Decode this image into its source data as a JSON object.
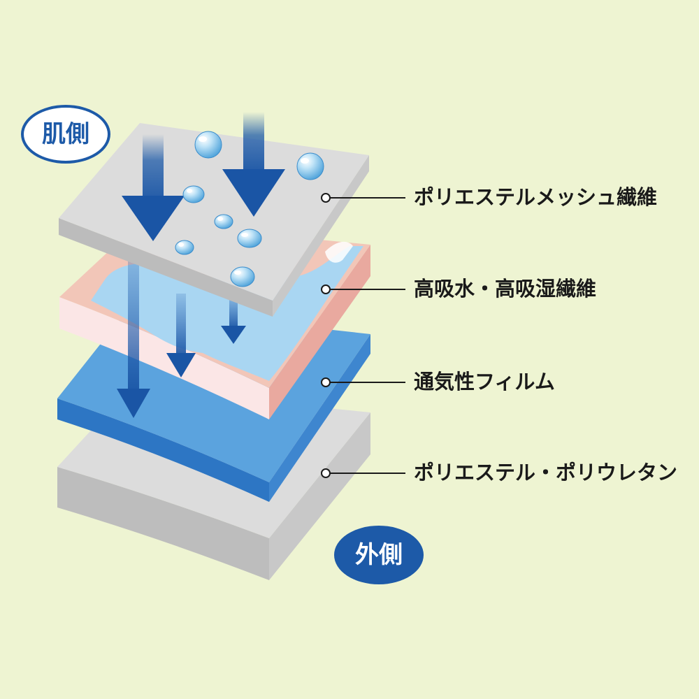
{
  "badges": {
    "skin_side": "肌側",
    "outer_side": "外側"
  },
  "layers": [
    {
      "label": "ポリエステルメッシュ繊維"
    },
    {
      "label": "高吸水・高吸湿繊維"
    },
    {
      "label": "通気性フィルム"
    },
    {
      "label": "ポリエステル・ポリウレタン"
    }
  ],
  "colors": {
    "background": "#eef4d2",
    "mesh_layer": "#dcdcdc",
    "absorbent_layer": "#f2c6b8",
    "absorbed_water": "#a9d6f2",
    "film_layer": "#5ba3de",
    "outer_layer": "#dcdcdc",
    "arrow": "#1d5aa8",
    "badge_accent": "#1d5aa8"
  },
  "icons": {
    "water_drop": "water-drop-icon",
    "down_arrow": "arrow-down-icon"
  }
}
